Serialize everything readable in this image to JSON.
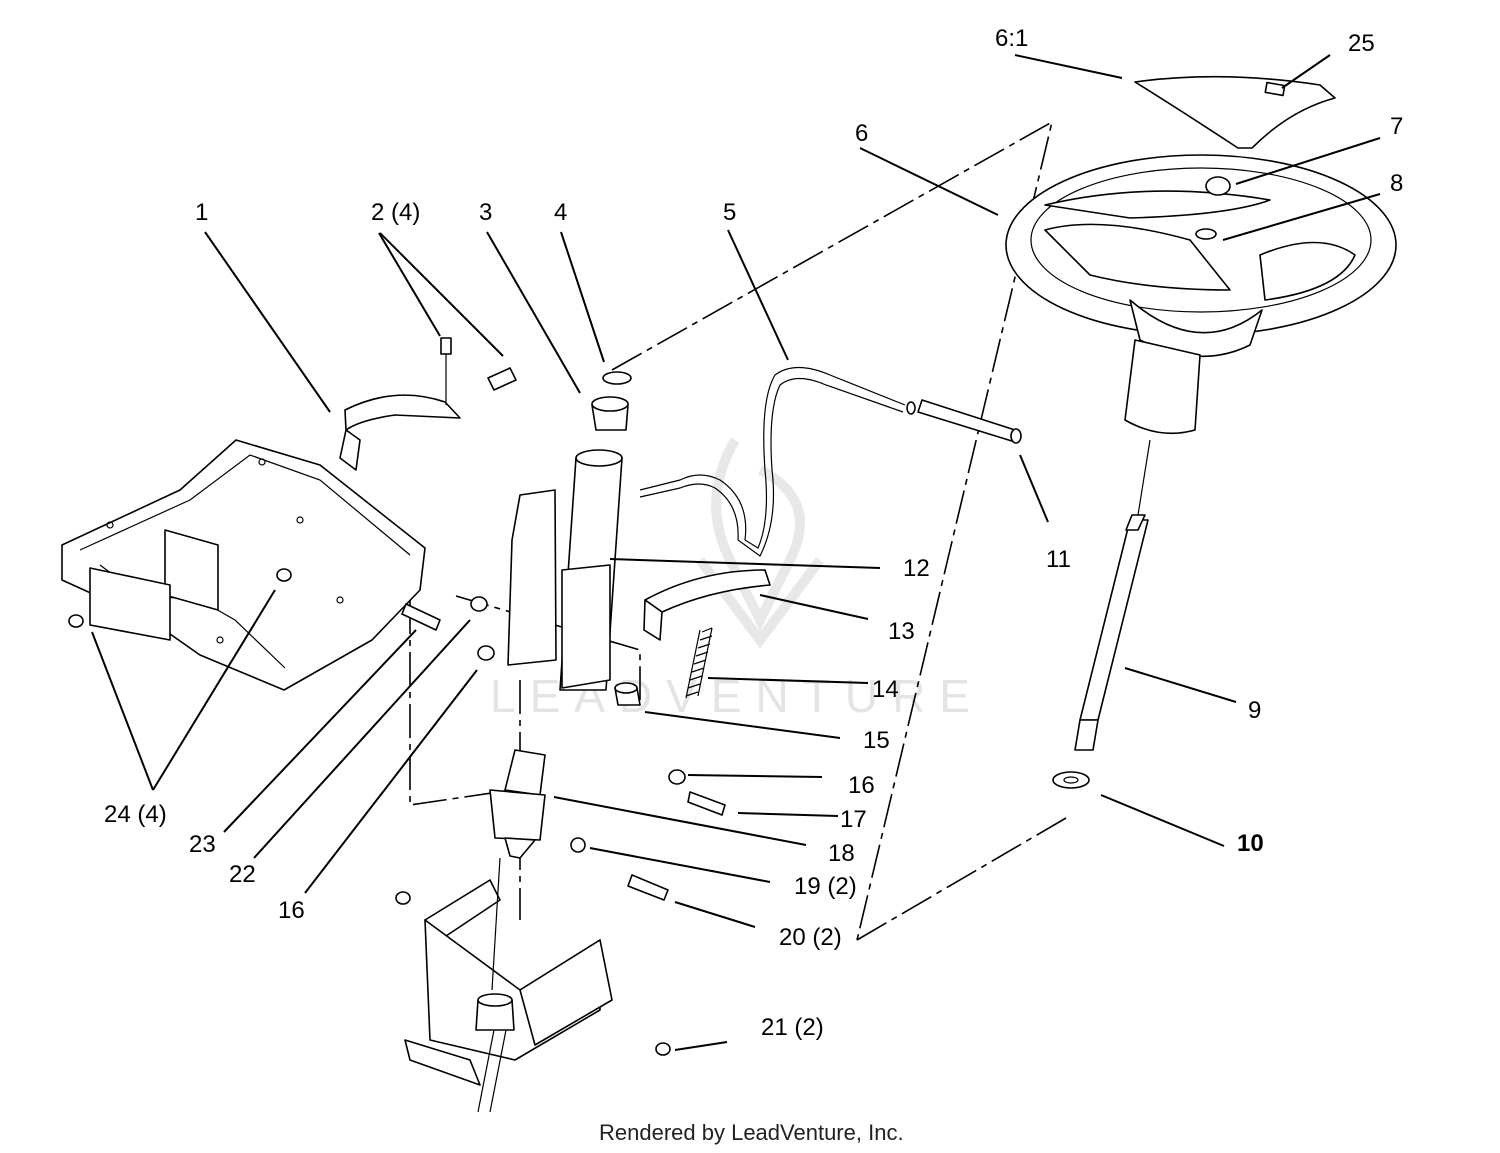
{
  "callouts": {
    "c1": "1",
    "c2": "2 (4)",
    "c3": "3",
    "c4": "4",
    "c5": "5",
    "c6": "6",
    "c6_1": "6:1",
    "c7": "7",
    "c8": "8",
    "c9": "9",
    "c10": "10",
    "c11": "11",
    "c12": "12",
    "c13": "13",
    "c14": "14",
    "c15": "15",
    "c16a": "16",
    "c16b": "16",
    "c17": "17",
    "c18": "18",
    "c19": "19 (2)",
    "c20": "20 (2)",
    "c21": "21 (2)",
    "c22": "22",
    "c23": "23",
    "c24": "24 (4)",
    "c25": "25"
  },
  "watermark": "LEADVENTURE",
  "footer": "Rendered by LeadVenture, Inc."
}
